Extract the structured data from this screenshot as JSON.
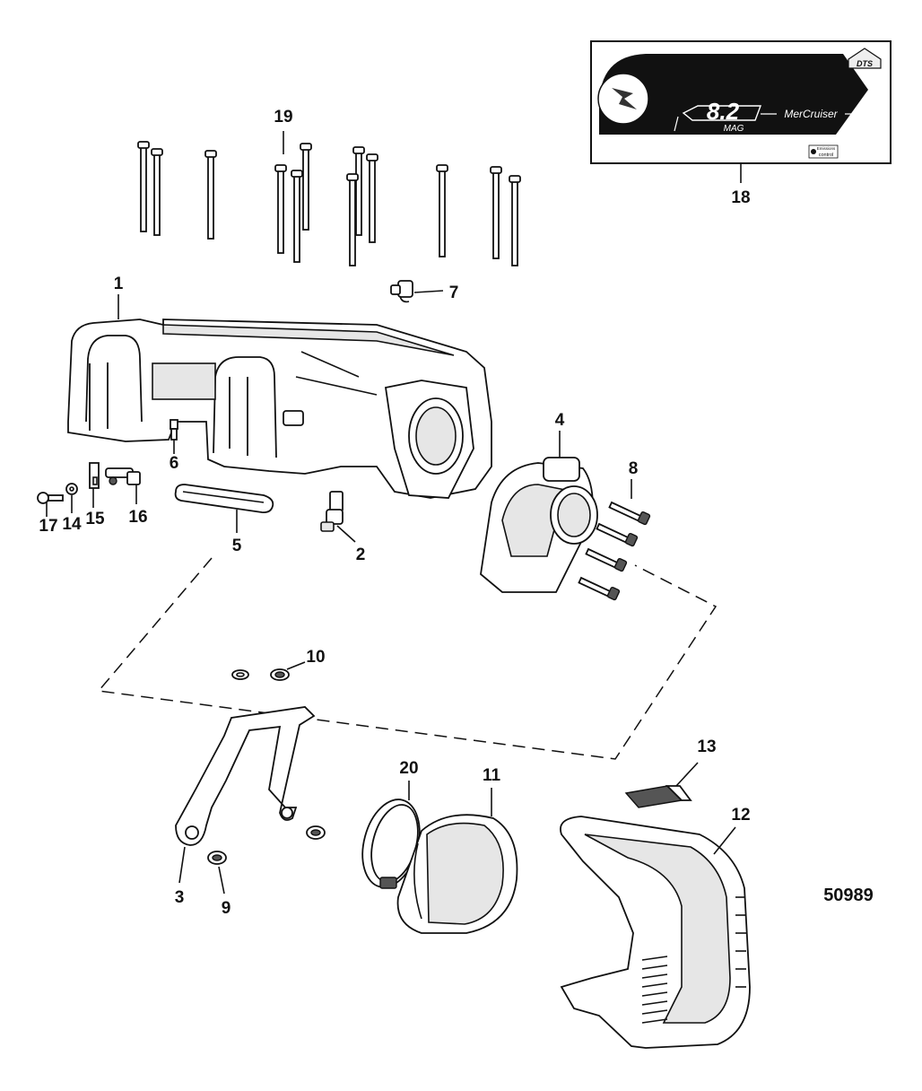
{
  "figure_number": "50989",
  "decal": {
    "displacement": "8.2",
    "variant": "MAG",
    "brand": "MerCruiser",
    "badge": "DTS",
    "emission_label_line1": "Emissions",
    "emission_label_line2": "control"
  },
  "callouts": [
    {
      "id": "c1",
      "label": "1"
    },
    {
      "id": "c2",
      "label": "2"
    },
    {
      "id": "c3",
      "label": "3"
    },
    {
      "id": "c4",
      "label": "4"
    },
    {
      "id": "c5",
      "label": "5"
    },
    {
      "id": "c6",
      "label": "6"
    },
    {
      "id": "c7",
      "label": "7"
    },
    {
      "id": "c8",
      "label": "8"
    },
    {
      "id": "c9",
      "label": "9"
    },
    {
      "id": "c10",
      "label": "10"
    },
    {
      "id": "c11",
      "label": "11"
    },
    {
      "id": "c12",
      "label": "12"
    },
    {
      "id": "c13",
      "label": "13"
    },
    {
      "id": "c14",
      "label": "14"
    },
    {
      "id": "c15",
      "label": "15"
    },
    {
      "id": "c16",
      "label": "16"
    },
    {
      "id": "c17",
      "label": "17"
    },
    {
      "id": "c18",
      "label": "18"
    },
    {
      "id": "c19",
      "label": "19"
    },
    {
      "id": "c20",
      "label": "20"
    }
  ]
}
